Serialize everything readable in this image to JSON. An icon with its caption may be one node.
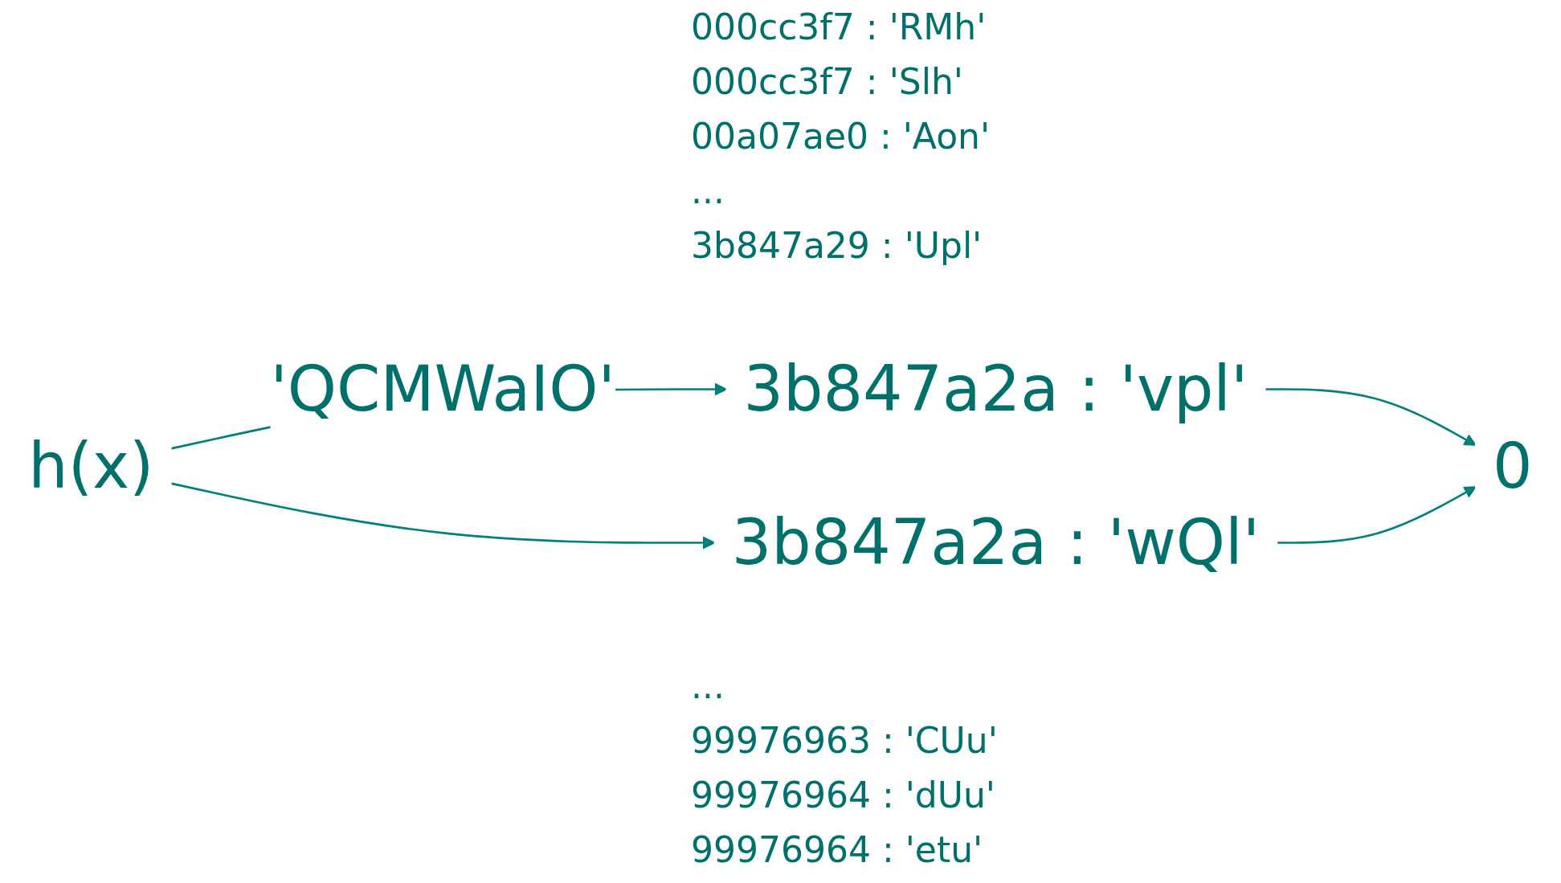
{
  "diagram": {
    "nodes": [
      {
        "text": [
          "h(x)"
        ]
      },
      {
        "text": [
          "3b847a2a : 'vpl'"
        ]
      },
      {
        "text": [
          "3b847a2a : 'wQl'"
        ]
      },
      {
        "text": [
          "0"
        ]
      }
    ],
    "edges": [
      {
        "from": 0,
        "to": 1,
        "arrow": "to",
        "label": "'QCMWaIO'"
      },
      {
        "from": 0,
        "to": 2,
        "arrow": "to"
      },
      {
        "from": 1,
        "to": 3,
        "arrow": "to"
      },
      {
        "from": 2,
        "to": 3,
        "arrow": "to"
      }
    ],
    "labels": [
      "000cc3f7 : 'RMh'",
      "000cc3f7 : 'Slh'",
      "00a07ae0 : 'Aon'",
      "...",
      "3b847a29 : 'Upl'",
      "...",
      "99976963 : 'CUu'",
      "99976964 : 'dUu'",
      "99976964 : 'etu'"
    ]
  }
}
